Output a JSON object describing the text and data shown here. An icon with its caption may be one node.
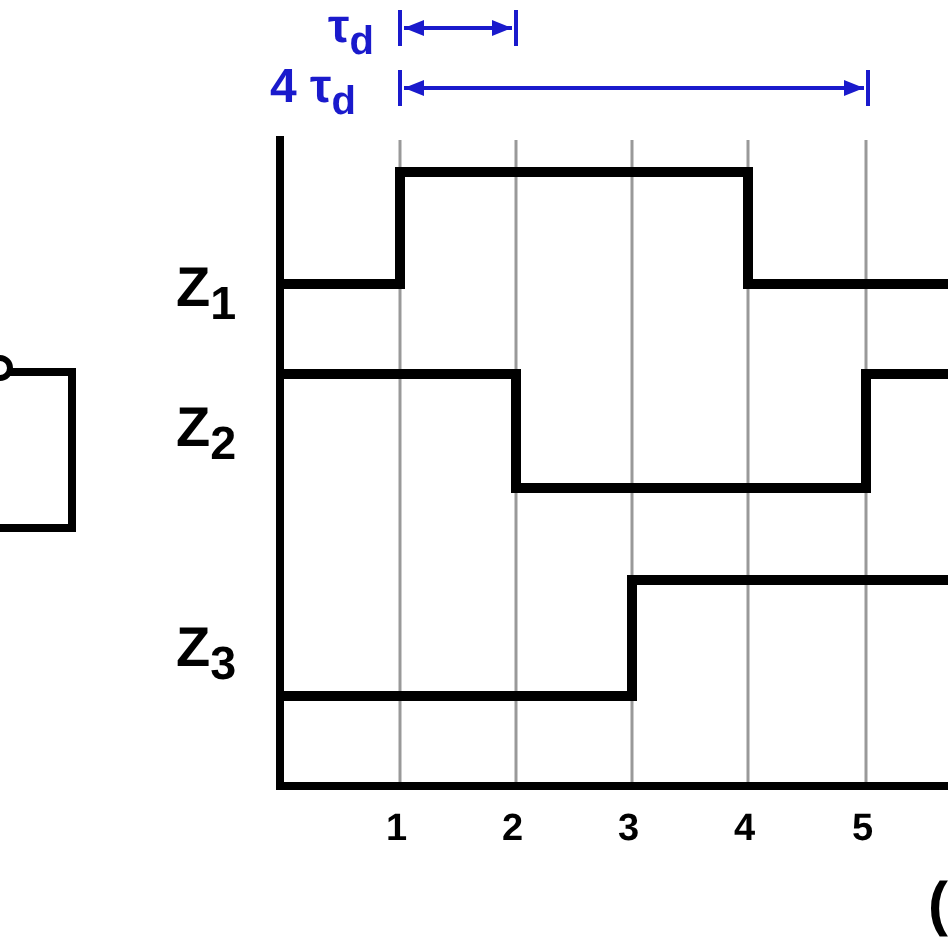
{
  "diagram": {
    "labels": [
      "τ$_{d}$",
      "4 τ$_{d}$",
      "Z$_{1}$",
      "Z$_{2}$",
      "Z$_{3}$",
      "1",
      "2",
      "3",
      "4",
      "5",
      "("
    ]
  }
}
